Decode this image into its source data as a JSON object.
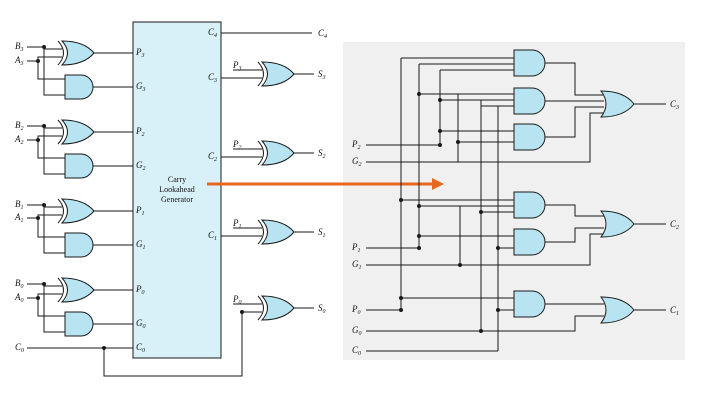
{
  "colors": {
    "gate_fill": "#b8e4f2",
    "block_fill": "#d8f0f8",
    "right_panel_bg": "#f0f0f0",
    "arrow": "#e8671e",
    "wire": "#1a1a1a"
  },
  "generator": {
    "line1": "Carry",
    "line2": "Lookahead",
    "line3": "Generator"
  },
  "left": {
    "inputs": [
      {
        "l": "B",
        "s": "3"
      },
      {
        "l": "A",
        "s": "3"
      },
      {
        "l": "B",
        "s": "2"
      },
      {
        "l": "A",
        "s": "2"
      },
      {
        "l": "B",
        "s": "1"
      },
      {
        "l": "A",
        "s": "1"
      },
      {
        "l": "B",
        "s": "0"
      },
      {
        "l": "A",
        "s": "0"
      },
      {
        "l": "C",
        "s": "0"
      }
    ],
    "block_left_pins": [
      {
        "l": "P",
        "s": "3"
      },
      {
        "l": "G",
        "s": "3"
      },
      {
        "l": "P",
        "s": "2"
      },
      {
        "l": "G",
        "s": "2"
      },
      {
        "l": "P",
        "s": "1"
      },
      {
        "l": "G",
        "s": "1"
      },
      {
        "l": "P",
        "s": "0"
      },
      {
        "l": "G",
        "s": "0"
      },
      {
        "l": "C",
        "s": "0"
      }
    ],
    "block_right_pins": [
      {
        "l": "C",
        "s": "4"
      },
      {
        "l": "C",
        "s": "3"
      },
      {
        "l": "C",
        "s": "2"
      },
      {
        "l": "C",
        "s": "1"
      }
    ],
    "c4_out": {
      "l": "C",
      "s": "4"
    },
    "sum_p_labels": [
      {
        "l": "P",
        "s": "3"
      },
      {
        "l": "P",
        "s": "2"
      },
      {
        "l": "P",
        "s": "1"
      },
      {
        "l": "P",
        "s": "0"
      }
    ],
    "sum_outputs": [
      {
        "l": "S",
        "s": "3"
      },
      {
        "l": "S",
        "s": "2"
      },
      {
        "l": "S",
        "s": "1"
      },
      {
        "l": "S",
        "s": "0"
      }
    ]
  },
  "right": {
    "inputs": [
      {
        "l": "P",
        "s": "2"
      },
      {
        "l": "G",
        "s": "2"
      },
      {
        "l": "P",
        "s": "1"
      },
      {
        "l": "G",
        "s": "1"
      },
      {
        "l": "P",
        "s": "0"
      },
      {
        "l": "G",
        "s": "0"
      },
      {
        "l": "C",
        "s": "0"
      }
    ],
    "outputs": [
      {
        "l": "C",
        "s": "3"
      },
      {
        "l": "C",
        "s": "2"
      },
      {
        "l": "C",
        "s": "1"
      }
    ]
  }
}
